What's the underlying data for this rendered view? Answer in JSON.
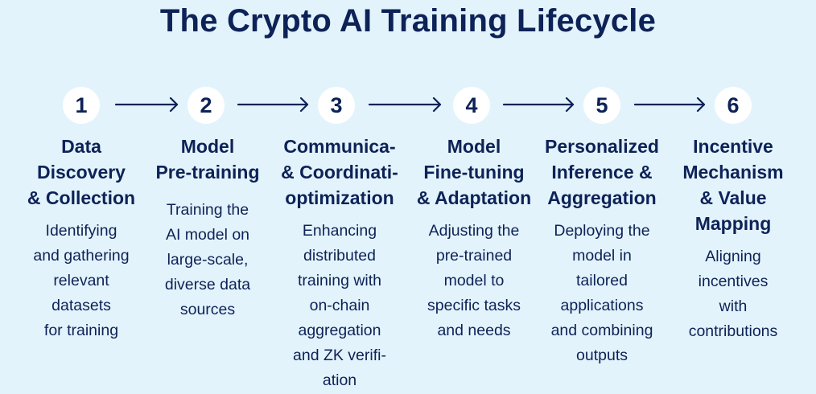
{
  "title": "The Crypto AI Training Lifecycle",
  "steps": [
    {
      "number": "1",
      "heading": "Data\nDiscovery\n& Collection",
      "description": "Identifying\nand gathering\nrelevant\ndatasets\nfor training"
    },
    {
      "number": "2",
      "heading": "Model\nPre-training",
      "description": "Training the\nAI model on\nlarge-scale,\ndiverse data\nsources"
    },
    {
      "number": "3",
      "heading": "Communica-\n& Coordinati-\noptimization",
      "description": "Enhancing\ndistributed\ntraining with\non-chain\naggregation\nand ZK verifi-\nation"
    },
    {
      "number": "4",
      "heading": "Model\nFine-tuning\n& Adaptation",
      "description": "Adjusting the\npre-trained\nmodel to\nspecific tasks\nand needs"
    },
    {
      "number": "5",
      "heading": "Personalized\nInference &\nAggregation",
      "description": "Deploying the\nmodel in\ntailored\napplications\nand combining\noutputs"
    },
    {
      "number": "6",
      "heading": "Incentive\nMechanism\n& Value\nMapping",
      "description": "Aligning\nincentives\nwith\ncontributions"
    }
  ]
}
